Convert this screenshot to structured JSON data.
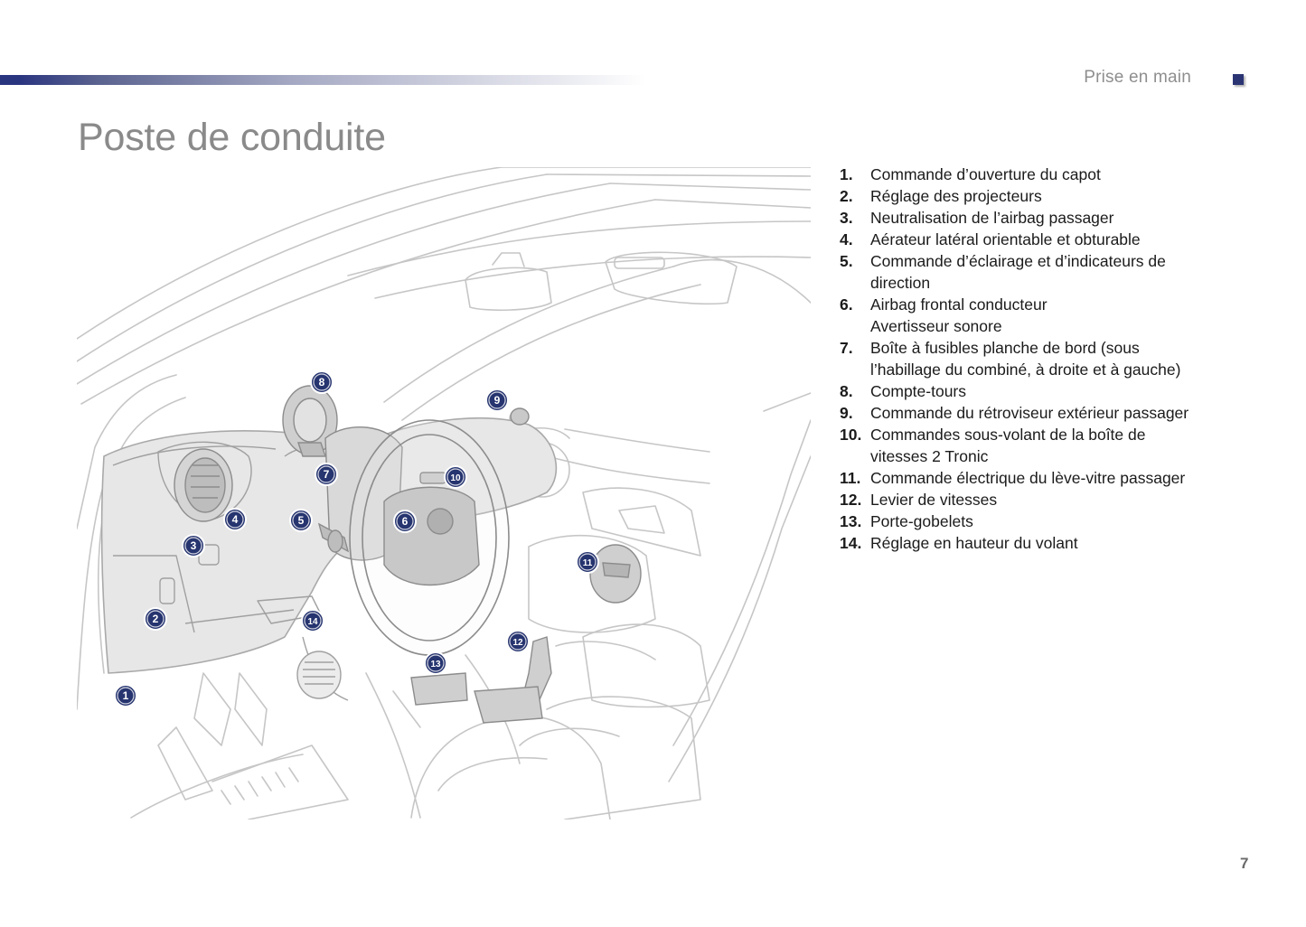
{
  "header": {
    "section_name": "Prise en main",
    "band_color": "#2a3580",
    "marker_color": "#2c3574"
  },
  "page_title": "Poste de conduite",
  "legend": [
    {
      "num": "1.",
      "text": "Commande d’ouverture du capot"
    },
    {
      "num": "2.",
      "text": "Réglage des projecteurs"
    },
    {
      "num": "3.",
      "text": "Neutralisation de l’airbag passager"
    },
    {
      "num": "4.",
      "text": "Aérateur latéral orientable et obturable"
    },
    {
      "num": "5.",
      "text": "Commande d’éclairage et d’indicateurs de direction"
    },
    {
      "num": "6.",
      "text": "Airbag frontal conducteur",
      "text2": "Avertisseur sonore"
    },
    {
      "num": "7.",
      "text": "Boîte à fusibles planche de bord (sous l’habillage du combiné, à droite et à gauche)"
    },
    {
      "num": "8.",
      "text": "Compte-tours"
    },
    {
      "num": "9.",
      "text": "Commande du rétroviseur extérieur passager"
    },
    {
      "num": "10.",
      "text": "Commandes sous-volant de la boîte de vitesses 2 Tronic"
    },
    {
      "num": "11.",
      "text": "Commande électrique du lève-vitre passager"
    },
    {
      "num": "12.",
      "text": "Levier de vitesses"
    },
    {
      "num": "13.",
      "text": "Porte-gobelets"
    },
    {
      "num": "14.",
      "text": "Réglage en hauteur du volant"
    }
  ],
  "callouts": [
    "1",
    "2",
    "3",
    "4",
    "5",
    "6",
    "7",
    "8",
    "9",
    "10",
    "11",
    "12",
    "13",
    "14"
  ],
  "callout_color": "#26346f",
  "page_number": "7"
}
